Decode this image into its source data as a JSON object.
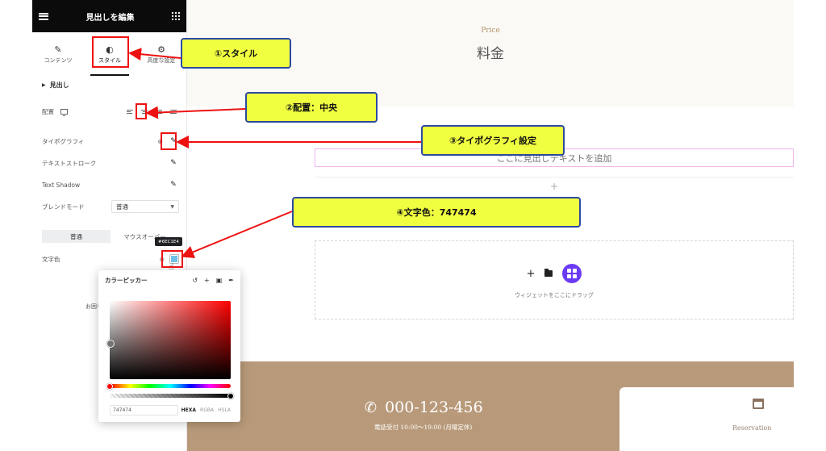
{
  "panel": {
    "title": "見出しを編集",
    "tabs": [
      {
        "label": "コンテンツ",
        "icon": "pencil-icon"
      },
      {
        "label": "スタイル",
        "icon": "half-circle-icon"
      },
      {
        "label": "高度な設定",
        "icon": "gear-icon"
      }
    ],
    "section": "見出し",
    "rows": {
      "alignment": "配置",
      "typography": "タイポグラフィ",
      "text_stroke": "テキストストローク",
      "text_shadow": "Text Shadow",
      "blend_mode": "ブレンドモード",
      "blend_value": "普通",
      "text_color": "文字色"
    },
    "state_tabs": [
      "普通",
      "マウスオーバー"
    ],
    "tooltip": "#6EC1E4",
    "help_text": "お困り"
  },
  "picker": {
    "title": "カラーピッカー",
    "hex_value": "747474",
    "formats": [
      "HEXA",
      "RGBA",
      "HSLA"
    ],
    "active_format": "HEXA"
  },
  "preview": {
    "price_en": "Price",
    "price_ja": "料金",
    "heading_placeholder": "ここに見出しテキストを追加",
    "drop_text": "ウィジェットをここにドラッグ",
    "phone": "000-123-456",
    "phone_sub": "電話受付 10:00〜19:00 (月曜定休)",
    "reservation": "Reservation"
  },
  "annotations": [
    {
      "label": "①スタイル"
    },
    {
      "label": "②配置：中央"
    },
    {
      "label": "③タイポグラフィ設定"
    },
    {
      "label": "④文字色：747474"
    }
  ],
  "colors": {
    "accent_purple": "#6b3bf5",
    "footer_brown": "#b89a7a",
    "callout_yellow": "#f0ff40",
    "callout_border": "#2c4aa0",
    "highlight_red": "#e11111",
    "text_gray": "#747474",
    "tooltip_swatch": "#6ec1e4"
  }
}
